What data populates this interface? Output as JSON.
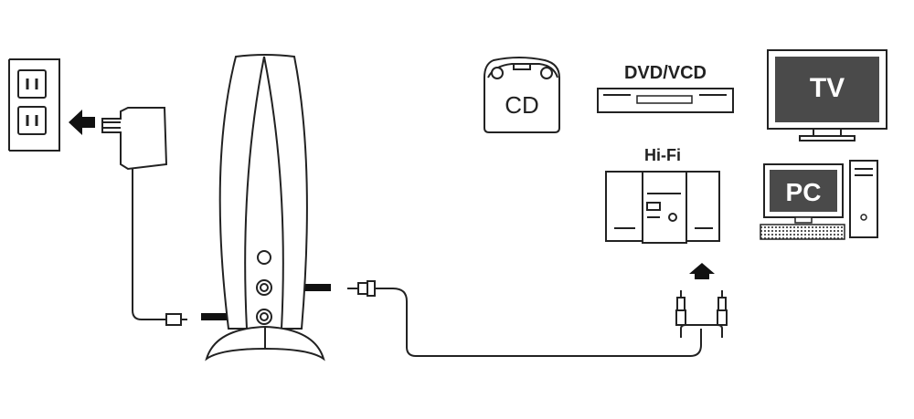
{
  "labels": {
    "cd": "CD",
    "dvd": "DVD/VCD",
    "tv": "TV",
    "hifi": "Hi-Fi",
    "pc": "PC"
  },
  "colors": {
    "stroke": "#222222",
    "screen": "#4a4a4a",
    "screen_text": "#ffffff",
    "arrow": "#111111",
    "background": "#ffffff"
  },
  "icons": [
    "wall-outlet-icon",
    "power-adapter-icon",
    "speaker-icon",
    "cd-icon",
    "dvd-player-icon",
    "tv-icon",
    "hifi-icon",
    "pc-icon",
    "rca-plug-icon",
    "mini-jack-icon"
  ]
}
